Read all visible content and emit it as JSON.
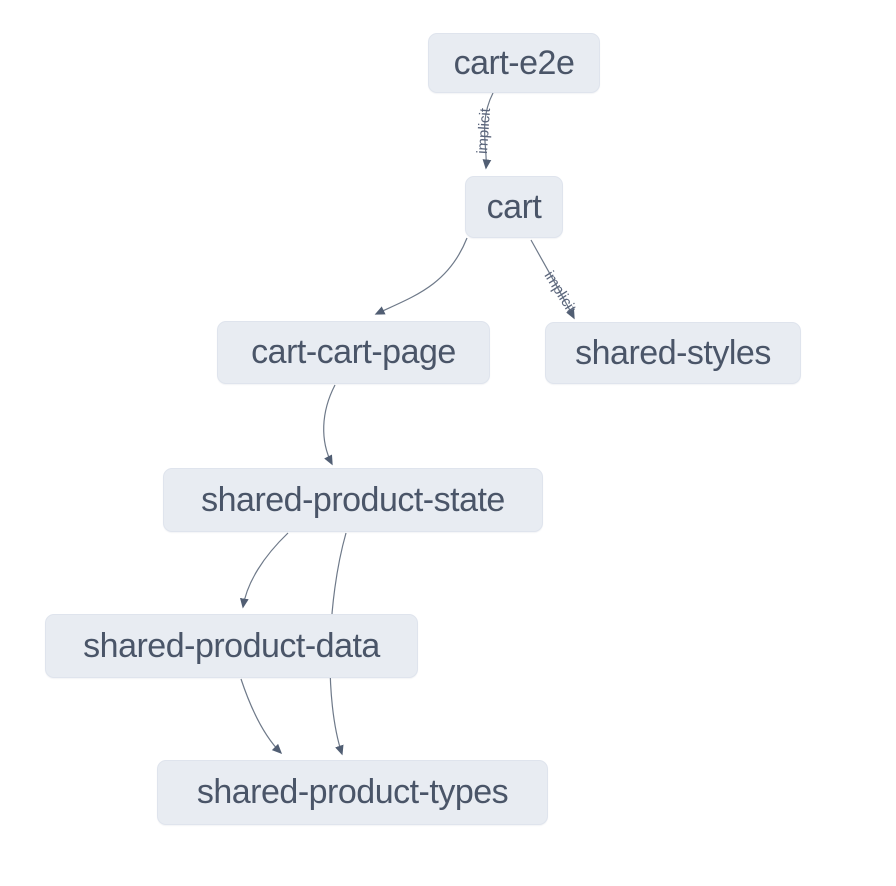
{
  "diagram": {
    "kind": "project-dependency-graph",
    "nodes": [
      {
        "id": "cart-e2e",
        "label": "cart-e2e"
      },
      {
        "id": "cart",
        "label": "cart"
      },
      {
        "id": "cart-cart-page",
        "label": "cart-cart-page"
      },
      {
        "id": "shared-styles",
        "label": "shared-styles"
      },
      {
        "id": "shared-product-state",
        "label": "shared-product-state"
      },
      {
        "id": "shared-product-data",
        "label": "shared-product-data"
      },
      {
        "id": "shared-product-types",
        "label": "shared-product-types"
      }
    ],
    "edges": [
      {
        "from": "cart-e2e",
        "to": "cart",
        "label": "implicit"
      },
      {
        "from": "cart",
        "to": "cart-cart-page",
        "label": ""
      },
      {
        "from": "cart",
        "to": "shared-styles",
        "label": "implicit"
      },
      {
        "from": "cart-cart-page",
        "to": "shared-product-state",
        "label": ""
      },
      {
        "from": "shared-product-state",
        "to": "shared-product-data",
        "label": ""
      },
      {
        "from": "shared-product-state",
        "to": "shared-product-types",
        "label": ""
      },
      {
        "from": "shared-product-data",
        "to": "shared-product-types",
        "label": ""
      }
    ],
    "colors": {
      "background": "#ffffff",
      "node_fill": "#e8ecf2",
      "node_border": "#dfe4ed",
      "node_text": "#4a5568",
      "edge": "#6e7989",
      "arrow": "#515e73",
      "label_text": "#5a657b"
    }
  }
}
